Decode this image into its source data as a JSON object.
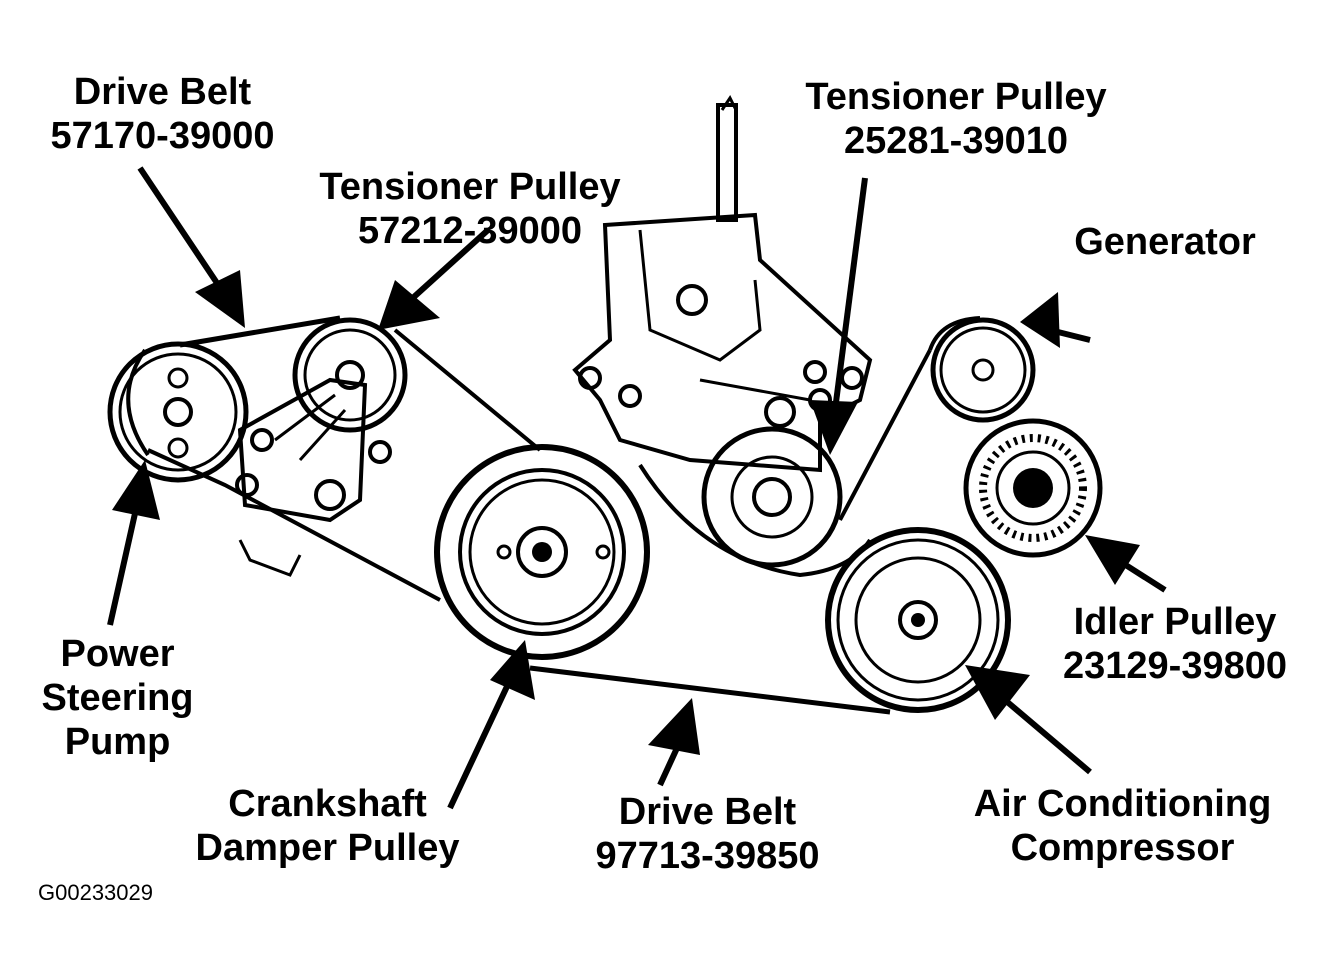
{
  "figure_id": "G00233029",
  "labels": {
    "drive_belt_upper": {
      "line1": "Drive Belt",
      "line2": "57170-39000"
    },
    "tensioner_left": {
      "line1": "Tensioner Pulley",
      "line2": "57212-39000"
    },
    "tensioner_right": {
      "line1": "Tensioner Pulley",
      "line2": "25281-39010"
    },
    "generator": {
      "line1": "Generator"
    },
    "idler_pulley": {
      "line1": "Idler Pulley",
      "line2": "23129-39800"
    },
    "power_steering_pump": {
      "line1": "Power",
      "line2": "Steering",
      "line3": "Pump"
    },
    "crankshaft_pulley": {
      "line1": "Crankshaft",
      "line2": "Damper Pulley"
    },
    "drive_belt_lower": {
      "line1": "Drive Belt",
      "line2": "97713-39850"
    },
    "ac_compressor": {
      "line1": "Air Conditioning",
      "line2": "Compressor"
    }
  },
  "colors": {
    "ink": "#000000",
    "paper": "#ffffff"
  }
}
